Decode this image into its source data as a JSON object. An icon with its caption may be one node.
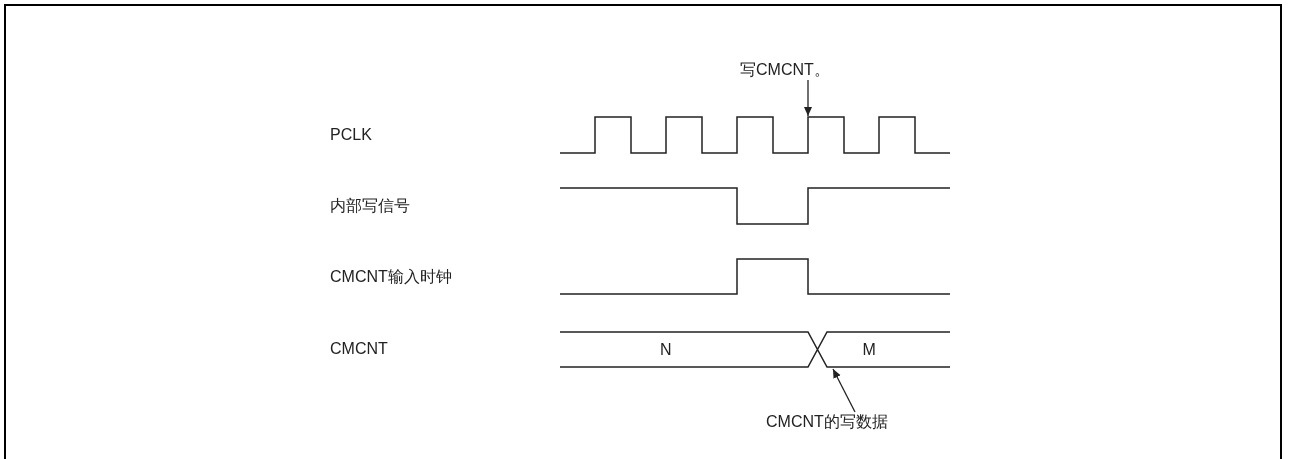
{
  "diagram": {
    "nodes": [
      {
        "text": [
          "写CMCNT。"
        ]
      },
      {
        "text": [],
        "shape": "waveform"
      },
      {
        "text": [
          "CMCNT的写数据"
        ]
      },
      {
        "text": [],
        "shape": "waveform"
      }
    ],
    "edges": [
      {
        "from": 0,
        "to": 1,
        "arrow": "to"
      },
      {
        "from": 2,
        "to": 3,
        "arrow": "to"
      }
    ],
    "labels": [
      "PCLK",
      "内部写信号",
      "CMCNT输入时钟",
      "CMCNT",
      "N",
      "M"
    ]
  }
}
